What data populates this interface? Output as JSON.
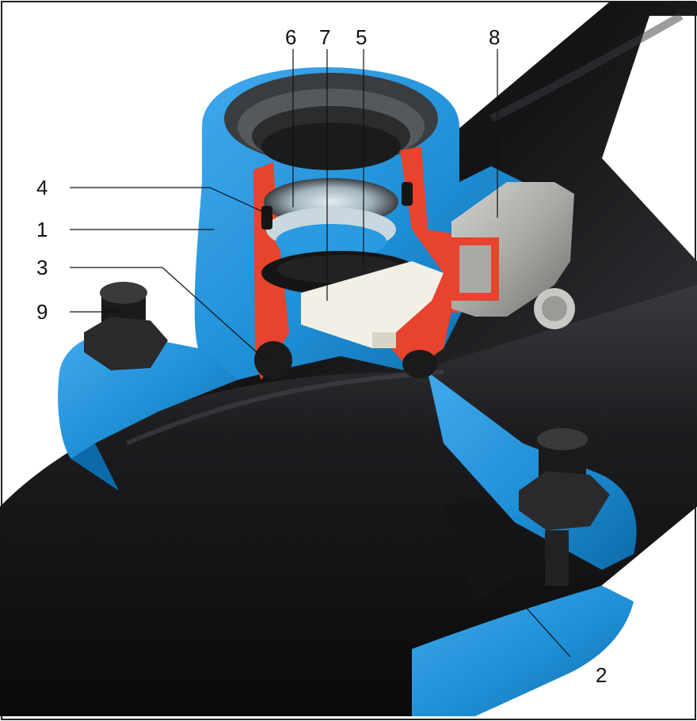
{
  "callouts": {
    "c1": "1",
    "c2": "2",
    "c3": "3",
    "c4": "4",
    "c5": "5",
    "c6": "6",
    "c7": "7",
    "c8": "8",
    "c9": "9"
  },
  "colors": {
    "pipe": "#1b1b1d",
    "saddle_blue": "#1f8fd6",
    "saddle_blue_dark": "#0d6aa8",
    "cutaway_red": "#e8432c",
    "gasket_black": "#151515",
    "insert_white": "#f1efe6",
    "clamp_metal": "#a9a9a6",
    "frame_border": "#222222"
  },
  "icons": {
    "pipe": "pipe-body-icon",
    "saddle": "tapping-saddle-icon",
    "bolt": "hex-bolt-icon"
  }
}
